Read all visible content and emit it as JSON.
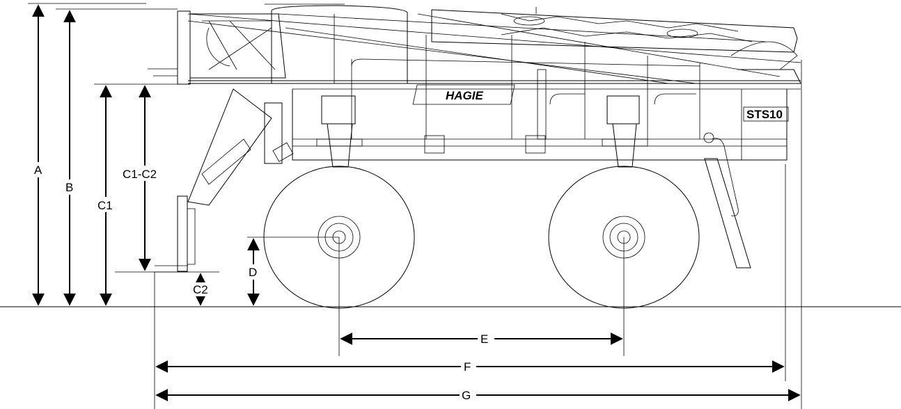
{
  "labels": {
    "A": "A",
    "B": "B",
    "C1": "C1",
    "C1_C2": "C1-C2",
    "C2": "C2",
    "D": "D",
    "E": "E",
    "F": "F",
    "G": "G"
  },
  "badge": {
    "brand": "HAGIE",
    "model": "STS10"
  },
  "colors": {
    "ink": "#000000",
    "background": "#ffffff"
  }
}
